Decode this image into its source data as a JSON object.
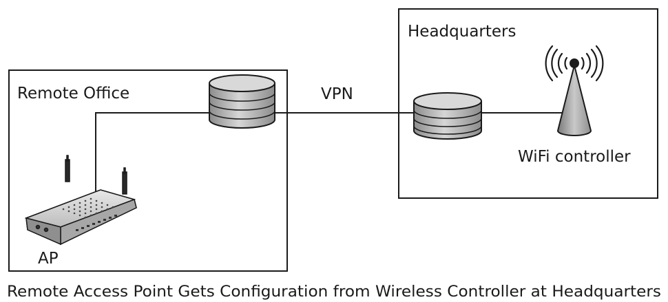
{
  "diagram": {
    "remote_office_label": "Remote Office",
    "headquarters_label": "Headquarters",
    "vpn_label": "VPN",
    "ap_label": "AP",
    "wifi_controller_label": "WiFi controller",
    "caption": "Remote Access Point Gets Configuration from Wireless Controller at Headquarters"
  },
  "colors": {
    "line": "#1a1a1a",
    "device_fill": "#b9b9b9",
    "device_light": "#dcdcdc",
    "device_dark": "#8a8a8a"
  }
}
